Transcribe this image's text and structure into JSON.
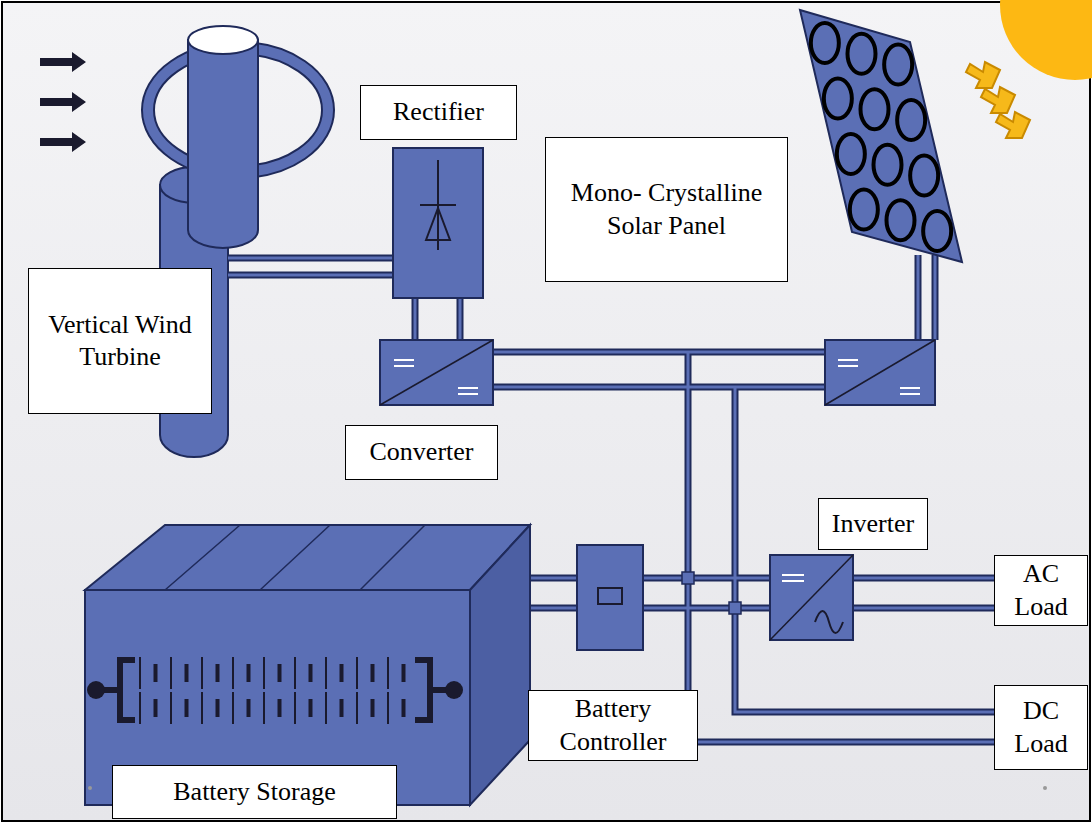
{
  "diagram": {
    "nodes": [
      {
        "text": [
          "Rectifier"
        ]
      },
      {
        "text": [
          "Mono- Crystalline Solar Panel"
        ]
      },
      {
        "text": [
          "Vertical Wind Turbine"
        ]
      },
      {
        "text": [
          "Converter"
        ]
      },
      {
        "text": [
          "Inverter"
        ]
      },
      {
        "text": [
          "AC Load"
        ]
      },
      {
        "text": [
          "DC Load"
        ]
      },
      {
        "text": [
          "Battery Controller"
        ]
      },
      {
        "text": [
          "Battery Storage"
        ]
      }
    ]
  }
}
